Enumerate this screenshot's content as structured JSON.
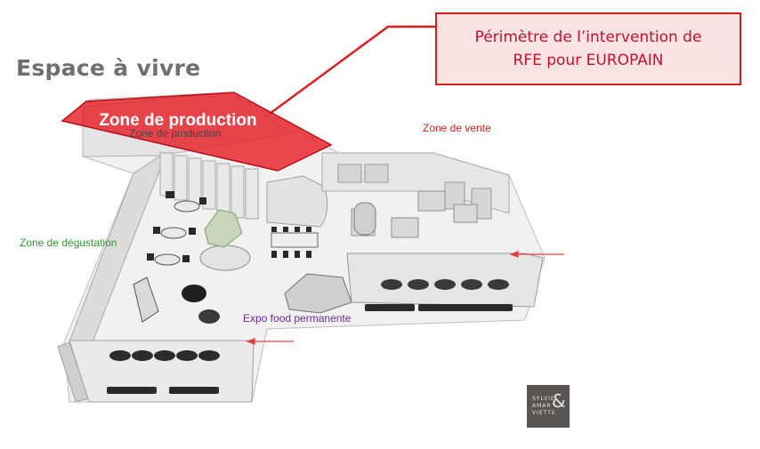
{
  "page_title": "Espace à vivre",
  "callout": {
    "line1": "Périmètre de l’intervention de",
    "line2": "RFE pour EUROPAIN"
  },
  "zones": {
    "production_highlight": "Zone de production",
    "production": "Zone de production",
    "vente": "Zone de vente",
    "degustation": "Zone de dégustation",
    "expo": "Expo food permanente"
  },
  "logo": {
    "line1": "SYLVIE",
    "line2": "AMAR",
    "line3": "VIETTE",
    "amp": "&"
  },
  "colors": {
    "callout_border": "#d81e1e",
    "callout_fill": "#fbe3e3",
    "highlight_fill": "#e8202a",
    "vente_label": "#d42020",
    "degustation_label": "#2e9a2e",
    "expo_label": "#6a2a9a",
    "arrow": "#e84040"
  }
}
